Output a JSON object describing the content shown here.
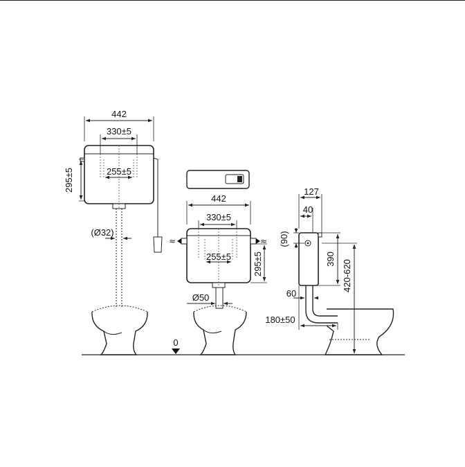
{
  "colors": {
    "ink": "#1a1a1a",
    "background": "#ffffff"
  },
  "high_level_cistern": {
    "width": "442",
    "fixing_centres": "330±5",
    "inner_centres": "255±5",
    "height": "295±5",
    "pipe_diameter": "(Ø32)"
  },
  "low_level_cistern": {
    "width": "442",
    "fixing_centres": "330±5",
    "inner_centres": "255±5",
    "height": "295±5",
    "pipe_diameter": "Ø50"
  },
  "concealed_side_view": {
    "depth": "127",
    "offset": "40",
    "top_offset": "(90)",
    "height": "390",
    "height_range": "420-620",
    "bend": "60",
    "outlet_projection": "180±50"
  },
  "floor_level": "0"
}
